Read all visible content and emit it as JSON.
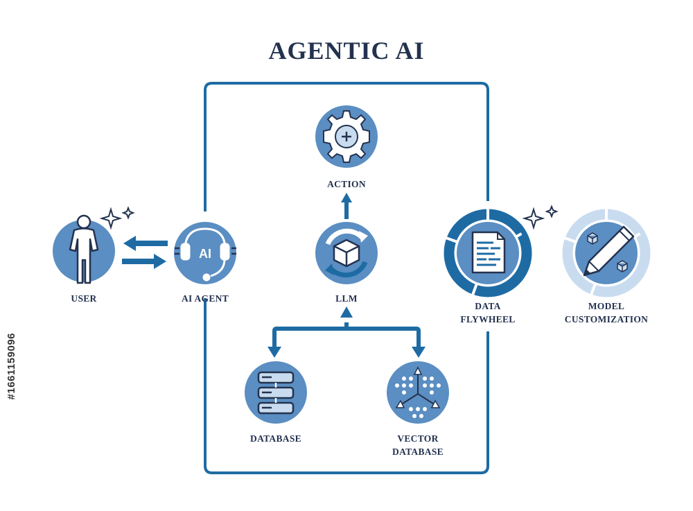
{
  "title": "AGENTIC AI",
  "colors": {
    "navy": "#23324f",
    "main_blue": "#1e6ba4",
    "mid_blue": "#5b8ec2",
    "light_blue": "#c9dcef",
    "pale_blue": "#e3eef8"
  },
  "nodes": {
    "user": {
      "label": "USER",
      "icon": "person-icon"
    },
    "ai_agent": {
      "label": "AI AGENT",
      "icon": "headset-icon",
      "badge": "AI"
    },
    "action": {
      "label": "ACTION",
      "icon": "gear-icon"
    },
    "llm": {
      "label": "LLM",
      "icon": "cube-cycle-icon"
    },
    "database": {
      "label": "DATABASE",
      "icon": "database-icon"
    },
    "vector_database": {
      "label_line1": "VECTOR",
      "label_line2": "DATABASE",
      "icon": "vector-graph-icon"
    },
    "data_flywheel": {
      "label_line1": "DATA",
      "label_line2": "FLYWHEEL",
      "icon": "document-cycle-icon"
    },
    "model_customization": {
      "label_line1": "MODEL",
      "label_line2": "CUSTOMIZATION",
      "icon": "pencil-cycle-icon"
    }
  },
  "stock_id": "#1661159096"
}
